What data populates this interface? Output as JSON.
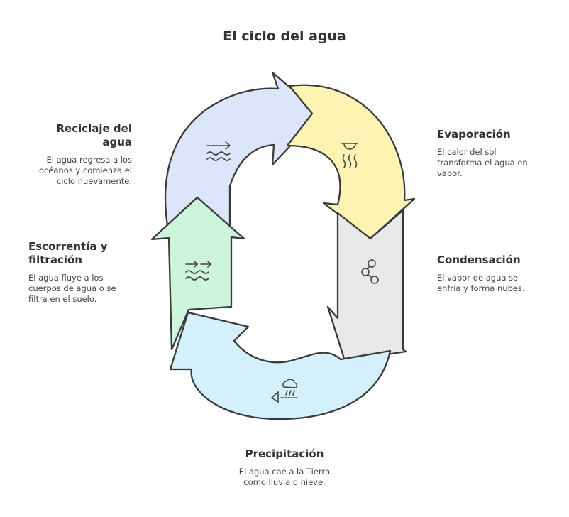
{
  "title": "El ciclo del agua",
  "colors": {
    "evaporacion": "#fdf3b2",
    "condensacion": "#e8e8e8",
    "precipitacion": "#d3f0fb",
    "escorrentia": "#ccf5dc",
    "reciclaje": "#dde5fb",
    "stroke": "#3a3a3a"
  },
  "steps": {
    "evaporacion": {
      "title": "Evaporación",
      "description": [
        "El calor del sol",
        "transforma el agua en",
        "vapor."
      ],
      "icon": "heat-rising-icon"
    },
    "condensacion": {
      "title": "Condensación",
      "description": [
        "El vapor de agua se",
        "enfría y forma nubes."
      ],
      "icon": "molecules-icon"
    },
    "precipitacion": {
      "title": "Precipitación",
      "description": [
        "El agua cae a la Tierra",
        "como lluvia o nieve."
      ],
      "icon": "rain-cloud-icon"
    },
    "escorrentia": {
      "title": [
        "Escorrentía y",
        "filtración"
      ],
      "description": [
        "El agua fluye a los",
        "cuerpos de agua o se",
        "filtra en el suelo."
      ],
      "icon": "water-flow-icon"
    },
    "reciclaje": {
      "title": [
        "Reciclaje del",
        "agua"
      ],
      "description": [
        "El agua regresa a los",
        "océanos y comienza el",
        "ciclo nuevamente."
      ],
      "icon": "waves-arrow-icon"
    }
  }
}
